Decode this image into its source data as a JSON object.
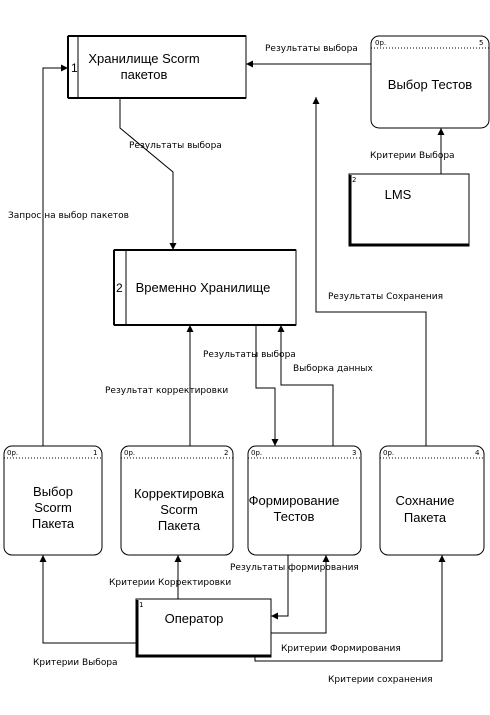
{
  "stores": {
    "scorm_store": {
      "number": "1",
      "name_line1": "Хранилище Scorm",
      "name_line2": "пакетов"
    },
    "temp_store": {
      "number": "2",
      "name": "Временно Хранилище"
    }
  },
  "processes": {
    "select_tests": {
      "prefix": "0р.",
      "number": "5",
      "name": "Выбор Тестов"
    },
    "select_scorm": {
      "prefix": "0р.",
      "number": "1",
      "line1": "Выбор",
      "line2": "Scorm",
      "line3": "Пакета"
    },
    "correct_scorm": {
      "prefix": "0р.",
      "number": "2",
      "line1": "Корректировка",
      "line2": "Scorm",
      "line3": "Пакета"
    },
    "form_tests": {
      "prefix": "0р.",
      "number": "3",
      "line1": "Формирование",
      "line2": "Тестов"
    },
    "save_package": {
      "prefix": "0р.",
      "number": "4",
      "line1": "Сохнание",
      "line2": "Пакета"
    }
  },
  "externals": {
    "lms": {
      "number": "2",
      "name": "LMS"
    },
    "operator": {
      "number": "1",
      "name": "Оператор"
    }
  },
  "flows": {
    "selection_results_top": "Результаты выбора",
    "selection_results_mid": "Результаты выбора",
    "selection_criteria_lms": "Критерии Выбора",
    "package_request": "Запрос на выбор пакетов",
    "save_results": "Результаты Сохранения",
    "selection_results_temp": "Результаты выбора",
    "data_selection": "Выборка данных",
    "correction_result": "Результат корректировки",
    "formation_results": "Результаты формирования",
    "correction_criteria": "Критерии Корректировки",
    "selection_criteria_op": "Критерии Выбора",
    "formation_criteria": "Критерии Формирования",
    "save_criteria": "Критерии сохранения"
  }
}
